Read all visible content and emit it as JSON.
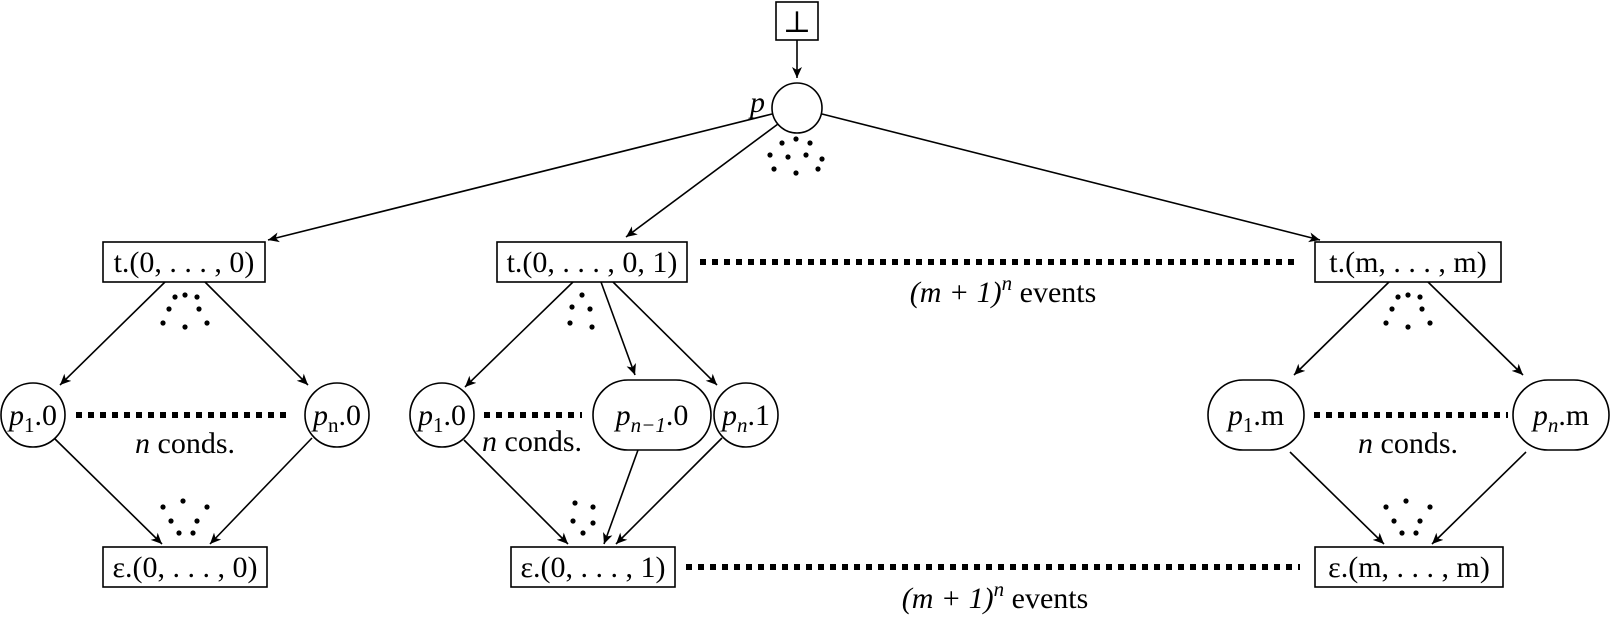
{
  "diagram": {
    "root": {
      "symbol": "⊥"
    },
    "place_p": {
      "name": "p"
    },
    "events_top": [
      {
        "label": "t.(0, . . . , 0)"
      },
      {
        "label": "t.(0, . . . , 0, 1)"
      },
      {
        "label": "t.(m, . . . , m)"
      }
    ],
    "events_bottom": [
      {
        "label": "ε.(0, . . . , 0)"
      },
      {
        "label": "ε.(0, . . . , 1)"
      },
      {
        "label": "ε.(m, . . . , m)"
      }
    ],
    "conditions": {
      "left_first": {
        "base": "p",
        "sub": "1",
        "suffix": ".0"
      },
      "left_last": {
        "base": "p",
        "sub": "n",
        "suffix": ".0"
      },
      "mid_first": {
        "base": "p",
        "sub": "1",
        "suffix": ".0"
      },
      "mid_second": {
        "base": "p",
        "sub": "n−1",
        "suffix": ".0"
      },
      "mid_last": {
        "base": "p",
        "sub": "n",
        "suffix": ".1"
      },
      "right_first": {
        "base": "p",
        "sub": "1",
        "suffix": ".m"
      },
      "right_last": {
        "base": "p",
        "sub": "n",
        "suffix": ".m"
      }
    },
    "annotations": {
      "conds_text": "n",
      "conds_word": " conds.",
      "events_left": "(m + 1)",
      "events_exp": "n",
      "events_word": " events"
    }
  }
}
